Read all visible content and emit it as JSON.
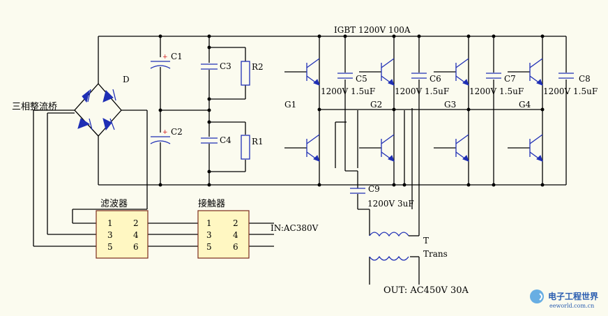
{
  "title": "IGBT 1200V 100A",
  "bridge": {
    "label": "三相整流桥",
    "diode_label": "D"
  },
  "caps": {
    "c1": "C1",
    "c2": "C2",
    "c3": "C3",
    "c4": "C4",
    "c5": "C5",
    "c6": "C6",
    "c7": "C7",
    "c8": "C8",
    "c9": "C9"
  },
  "resistors": {
    "r1": "R1",
    "r2": "R2"
  },
  "cap_values": {
    "snubber": "1200V 1.5uF",
    "c9": "1200V 3uF"
  },
  "gates": {
    "g1": "G1",
    "g2": "G2",
    "g3": "G3",
    "g4": "G4"
  },
  "filter": {
    "title": "滤波器",
    "pins": [
      "1",
      "2",
      "3",
      "4",
      "5",
      "6"
    ]
  },
  "contactor": {
    "title": "接触器",
    "pins": [
      "1",
      "2",
      "3",
      "4",
      "5",
      "6"
    ]
  },
  "input_label": "IN:AC380V",
  "transformer": {
    "ref": "T",
    "name": "Trans"
  },
  "output_label": "OUT: AC450V 30A",
  "watermark": {
    "text": "电子工程世界",
    "sub": "eeworld.com.cn"
  }
}
